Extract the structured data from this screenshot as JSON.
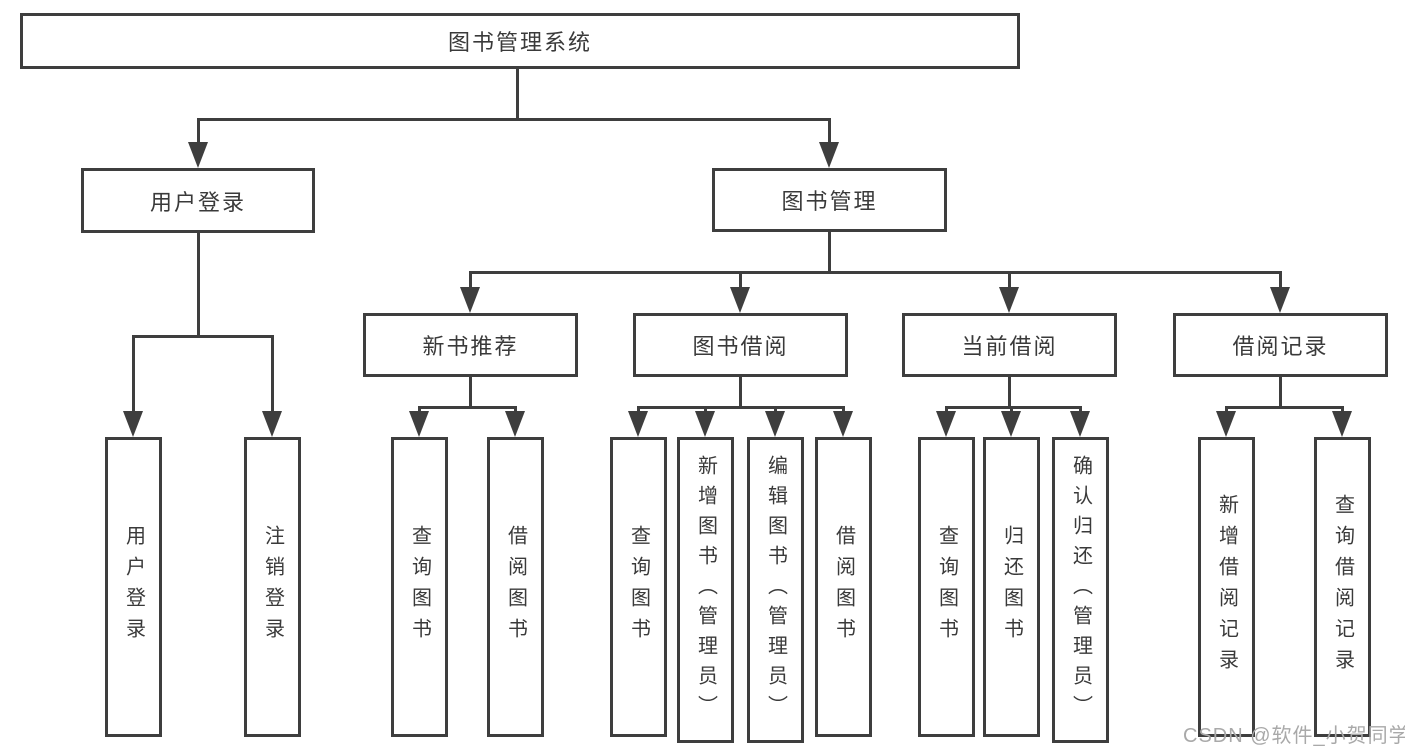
{
  "diagram": {
    "root": {
      "label": "图书管理系统"
    },
    "level2": {
      "user_login": {
        "label": "用户登录"
      },
      "book_mgmt": {
        "label": "图书管理"
      }
    },
    "level3": {
      "new_book_rec": {
        "label": "新书推荐"
      },
      "book_borrow": {
        "label": "图书借阅"
      },
      "current_borrow": {
        "label": "当前借阅"
      },
      "borrow_records": {
        "label": "借阅记录"
      }
    },
    "leaves": {
      "user_login": [
        "用户登录",
        "注销登录"
      ],
      "new_book_rec": [
        "查询图书",
        "借阅图书"
      ],
      "book_borrow": [
        "查询图书",
        "新增图书（管理员）",
        "编辑图书（管理员）",
        "借阅图书"
      ],
      "current_borrow": [
        "查询图书",
        "归还图书",
        "确认归还（管理员）"
      ],
      "borrow_records": [
        "新增借阅记录",
        "查询借阅记录"
      ]
    }
  },
  "colors": {
    "line": "#3e3e3e",
    "text": "#3a3a3a",
    "watermark": "#a9a9a9"
  },
  "watermark": {
    "text": "CSDN @软件_小贺同学"
  }
}
